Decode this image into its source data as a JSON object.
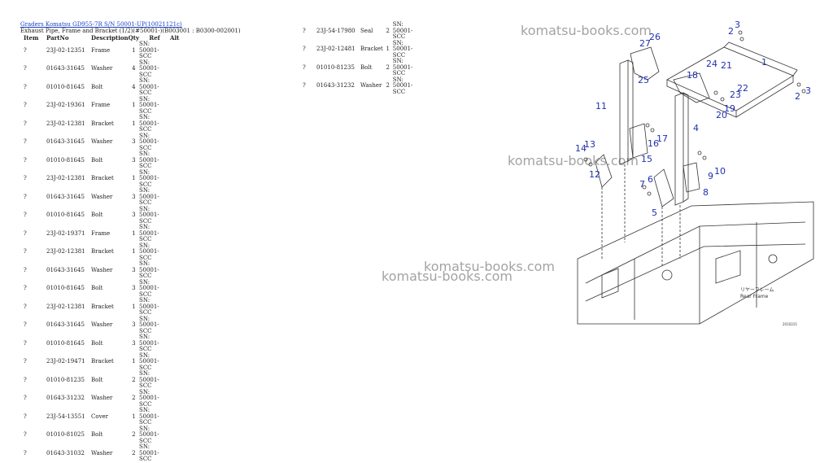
{
  "breadcrumb": "Graders Komatsu GD955-7R S/N 50001-UP(10021121c)",
  "subtitle": "Exhaust Pipe, Frame and Bracket (1/2)(#50001-)(B003001 : B0300-002001)",
  "columns": [
    "Item",
    "PartNo",
    "Description",
    "Qty",
    "Ref",
    "Alt"
  ],
  "left_rows": [
    {
      "item": "?",
      "part": "23J-02-12351",
      "desc": "Frame",
      "qty": "1",
      "ref": [
        "SN: 50001-",
        "SCC"
      ]
    },
    {
      "item": "?",
      "part": "01643-31645",
      "desc": "Washer",
      "qty": "4",
      "ref": [
        "SN: 50001-",
        "SCC"
      ]
    },
    {
      "item": "?",
      "part": "01010-81645",
      "desc": "Bolt",
      "qty": "4",
      "ref": [
        "SN: 50001-",
        "SCC"
      ]
    },
    {
      "item": "?",
      "part": "23J-02-19361",
      "desc": "Frame",
      "qty": "1",
      "ref": [
        "SN: 50001-",
        "SCC"
      ]
    },
    {
      "item": "?",
      "part": "23J-02-12381",
      "desc": "Bracket",
      "qty": "1",
      "ref": [
        "SN: 50001-",
        "SCC"
      ]
    },
    {
      "item": "?",
      "part": "01643-31645",
      "desc": "Washer",
      "qty": "3",
      "ref": [
        "SN: 50001-",
        "SCC"
      ]
    },
    {
      "item": "?",
      "part": "01010-81645",
      "desc": "Bolt",
      "qty": "3",
      "ref": [
        "SN: 50001-",
        "SCC"
      ]
    },
    {
      "item": "?",
      "part": "23J-02-12381",
      "desc": "Bracket",
      "qty": "1",
      "ref": [
        "SN: 50001-",
        "SCC"
      ]
    },
    {
      "item": "?",
      "part": "01643-31645",
      "desc": "Washer",
      "qty": "3",
      "ref": [
        "SN: 50001-",
        "SCC"
      ]
    },
    {
      "item": "?",
      "part": "01010-81645",
      "desc": "Bolt",
      "qty": "3",
      "ref": [
        "SN: 50001-",
        "SCC"
      ]
    },
    {
      "item": "?",
      "part": "23J-02-19371",
      "desc": "Frame",
      "qty": "1",
      "ref": [
        "SN: 50001-",
        "SCC"
      ]
    },
    {
      "item": "?",
      "part": "23J-02-12381",
      "desc": "Bracket",
      "qty": "1",
      "ref": [
        "SN: 50001-",
        "SCC"
      ]
    },
    {
      "item": "?",
      "part": "01643-31645",
      "desc": "Washer",
      "qty": "3",
      "ref": [
        "SN: 50001-",
        "SCC"
      ]
    },
    {
      "item": "?",
      "part": "01010-81645",
      "desc": "Bolt",
      "qty": "3",
      "ref": [
        "SN: 50001-",
        "SCC"
      ]
    },
    {
      "item": "?",
      "part": "23J-02-12381",
      "desc": "Bracket",
      "qty": "1",
      "ref": [
        "SN: 50001-",
        "SCC"
      ]
    },
    {
      "item": "?",
      "part": "01643-31645",
      "desc": "Washer",
      "qty": "3",
      "ref": [
        "SN: 50001-",
        "SCC"
      ]
    },
    {
      "item": "?",
      "part": "01010-81645",
      "desc": "Bolt",
      "qty": "3",
      "ref": [
        "SN: 50001-",
        "SCC"
      ]
    },
    {
      "item": "?",
      "part": "23J-02-19471",
      "desc": "Bracket",
      "qty": "1",
      "ref": [
        "SN: 50001-",
        "SCC"
      ]
    },
    {
      "item": "?",
      "part": "01010-81235",
      "desc": "Bolt",
      "qty": "2",
      "ref": [
        "SN: 50001-",
        "SCC"
      ]
    },
    {
      "item": "?",
      "part": "01643-31232",
      "desc": "Washer",
      "qty": "2",
      "ref": [
        "SN: 50001-",
        "SCC"
      ]
    },
    {
      "item": "?",
      "part": "23J-54-13551",
      "desc": "Cover",
      "qty": "1",
      "ref": [
        "SN: 50001-",
        "SCC"
      ]
    },
    {
      "item": "?",
      "part": "01010-81025",
      "desc": "Bolt",
      "qty": "2",
      "ref": [
        "SN: 50001-",
        "SCC"
      ]
    },
    {
      "item": "?",
      "part": "01643-31032",
      "desc": "Washer",
      "qty": "2",
      "ref": [
        "SN: 50001-",
        "SCC"
      ]
    }
  ],
  "right_rows": [
    {
      "item": "?",
      "part": "23J-54-17980",
      "desc": "Seal",
      "qty": "2",
      "ref": [
        "SN: 50001-",
        "SCC"
      ]
    },
    {
      "item": "?",
      "part": "23J-02-12481",
      "desc": "Bracket",
      "qty": "1",
      "ref": [
        "SN: 50001-",
        "SCC"
      ]
    },
    {
      "item": "?",
      "part": "01010-81235",
      "desc": "Bolt",
      "qty": "2",
      "ref": [
        "SN: 50001-",
        "SCC"
      ]
    },
    {
      "item": "?",
      "part": "01643-31232",
      "desc": "Washer",
      "qty": "2",
      "ref": [
        "SN: 50001-",
        "SCC"
      ]
    }
  ],
  "watermarks": [
    "komatsu-books.com",
    "komatsu-books.com",
    "komatsu-books.com",
    "komatsu-books.com"
  ],
  "diagram": {
    "frame_label_jp": "リヤーフレーム",
    "frame_label_en": "Rear Frame",
    "drawing_no": "2010315",
    "callouts": [
      "1",
      "2",
      "3",
      "2",
      "3",
      "4",
      "5",
      "6",
      "7",
      "8",
      "9",
      "10",
      "11",
      "12",
      "13",
      "14",
      "15",
      "16",
      "17",
      "18",
      "19",
      "20",
      "21",
      "22",
      "23",
      "24",
      "25",
      "26",
      "27"
    ]
  },
  "colors": {
    "link": "#1a3fc4",
    "callout": "#2030b0",
    "watermark": "#9a9a9a"
  }
}
